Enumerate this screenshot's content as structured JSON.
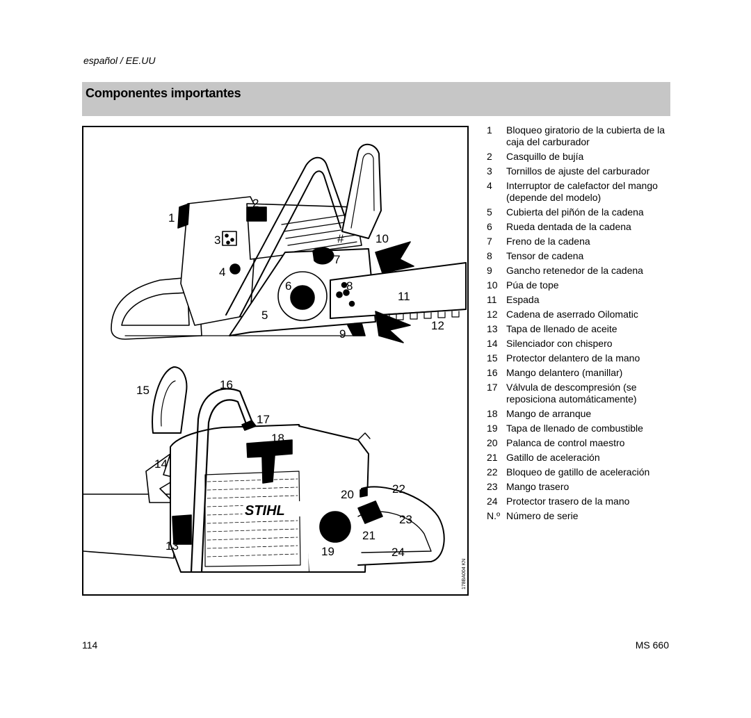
{
  "header": {
    "language": "español / EE.UU"
  },
  "section": {
    "title": "Componentes importantes"
  },
  "figure": {
    "code": "178BA004 KN",
    "brand": "STIHL",
    "callouts": {
      "c1": "1",
      "c2": "2",
      "c3": "3",
      "c4": "4",
      "c5": "5",
      "c6": "6",
      "c7": "7",
      "c8": "8",
      "c9": "9",
      "c10": "10",
      "c11": "11",
      "c12": "12",
      "chash": "#",
      "c13": "13",
      "c14": "14",
      "c15": "15",
      "c16": "16",
      "c17": "17",
      "c18": "18",
      "c19": "19",
      "c20": "20",
      "c21": "21",
      "c22": "22",
      "c23": "23",
      "c24": "24"
    }
  },
  "legend": [
    {
      "num": "1",
      "text": "Bloqueo giratorio de la cubierta de la caja del carburador"
    },
    {
      "num": "2",
      "text": "Casquillo de bujía"
    },
    {
      "num": "3",
      "text": "Tornillos de ajuste del carburador"
    },
    {
      "num": "4",
      "text": "Interruptor de calefactor del mango (depende del modelo)"
    },
    {
      "num": "5",
      "text": "Cubierta del piñón de la cadena"
    },
    {
      "num": "6",
      "text": "Rueda dentada de la cadena"
    },
    {
      "num": "7",
      "text": "Freno de la cadena"
    },
    {
      "num": "8",
      "text": "Tensor de cadena"
    },
    {
      "num": "9",
      "text": "Gancho retenedor de la cadena"
    },
    {
      "num": "10",
      "text": "Púa de tope"
    },
    {
      "num": "11",
      "text": "Espada"
    },
    {
      "num": "12",
      "text": "Cadena de aserrado Oilomatic"
    },
    {
      "num": "13",
      "text": "Tapa de llenado de aceite"
    },
    {
      "num": "14",
      "text": "Silenciador con chispero"
    },
    {
      "num": "15",
      "text": "Protector delantero de la mano"
    },
    {
      "num": "16",
      "text": "Mango delantero (manillar)"
    },
    {
      "num": "17",
      "text": "Válvula de descompresión (se reposiciona automáticamente)"
    },
    {
      "num": "18",
      "text": "Mango de arranque"
    },
    {
      "num": "19",
      "text": "Tapa de llenado de combustible"
    },
    {
      "num": "20",
      "text": "Palanca de control maestro"
    },
    {
      "num": "21",
      "text": "Gatillo de aceleración"
    },
    {
      "num": "22",
      "text": "Bloqueo de gatillo de aceleración"
    },
    {
      "num": "23",
      "text": "Mango trasero"
    },
    {
      "num": "24",
      "text": "Protector trasero de la mano"
    },
    {
      "num": "N.º",
      "text": "Número de serie"
    }
  ],
  "footer": {
    "page": "114",
    "model": "MS 660"
  }
}
